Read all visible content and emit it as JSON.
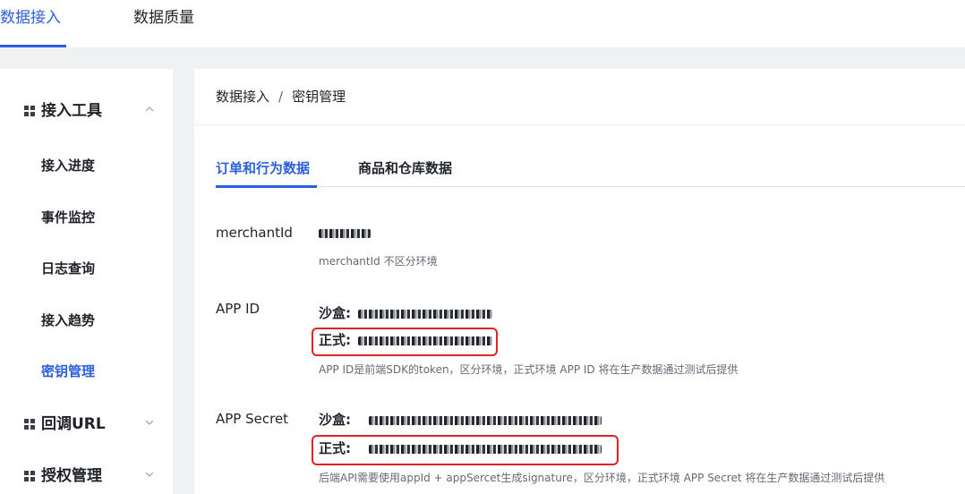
{
  "top_nav": {
    "tabs": [
      {
        "label": "数据接入",
        "active": true
      },
      {
        "label": "数据质量",
        "active": false
      }
    ]
  },
  "sidebar": {
    "groups": [
      {
        "label": "接入工具",
        "expanded": true,
        "items": [
          {
            "label": "接入进度",
            "active": false
          },
          {
            "label": "事件监控",
            "active": false
          },
          {
            "label": "日志查询",
            "active": false
          },
          {
            "label": "接入趋势",
            "active": false
          },
          {
            "label": "密钥管理",
            "active": true
          }
        ]
      },
      {
        "label": "回调URL",
        "expanded": false
      },
      {
        "label": "授权管理",
        "expanded": false
      }
    ]
  },
  "breadcrumb": {
    "root": "数据接入",
    "separator": "/",
    "current": "密钥管理"
  },
  "content_tabs": [
    {
      "label": "订单和行为数据",
      "active": true
    },
    {
      "label": "商品和仓库数据",
      "active": false
    }
  ],
  "fields": {
    "merchant": {
      "label": "merchantId",
      "hint": "merchantId 不区分环境"
    },
    "app_id": {
      "label": "APP ID",
      "sandbox_label": "沙盒:",
      "prod_label": "正式:",
      "hint": "APP ID是前端SDK的token，区分环境，正式环境 APP ID 将在生产数据通过测试后提供"
    },
    "app_secret": {
      "label": "APP Secret",
      "sandbox_label": "沙盒:",
      "prod_label": "正式:",
      "hint": "后端API需要使用appId + appSercet生成signature，区分环境，正式环境 APP Secret 将在生产数据通过测试后提供"
    }
  },
  "colors": {
    "accent": "#2b5fe0",
    "highlight_border": "#e02424",
    "page_bg": "#f0f1f3"
  }
}
